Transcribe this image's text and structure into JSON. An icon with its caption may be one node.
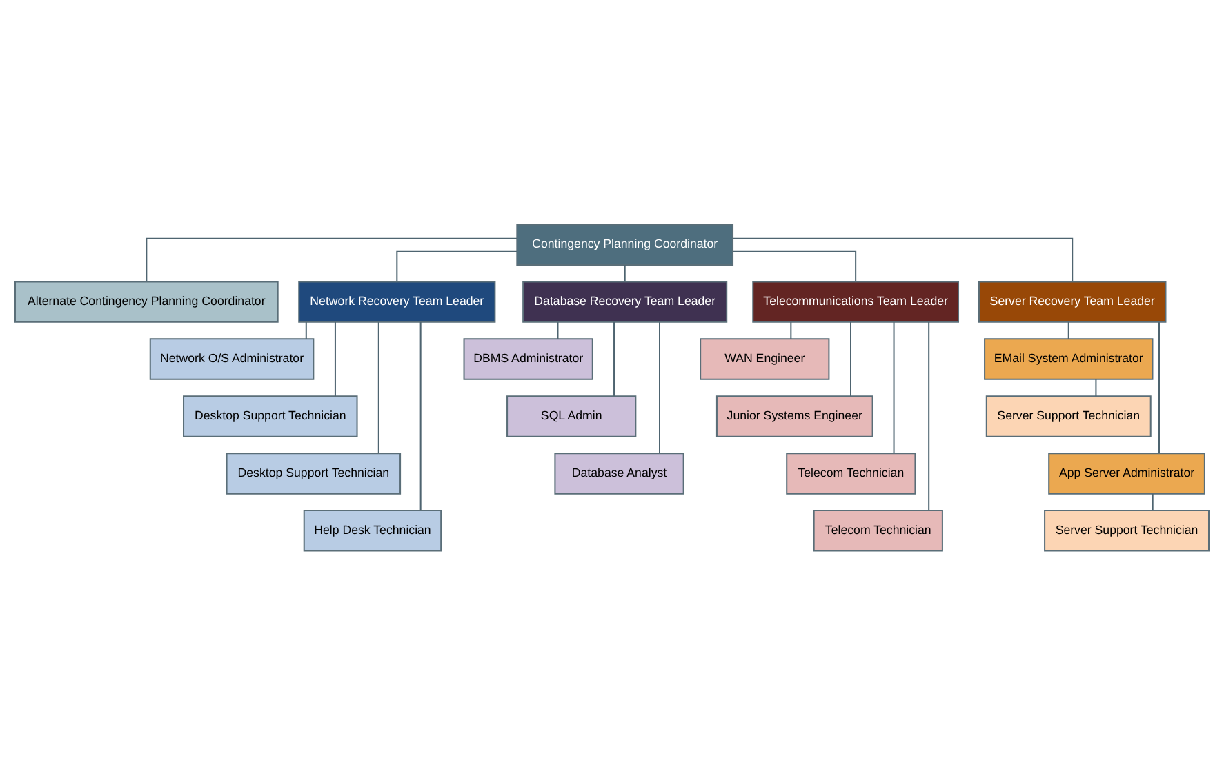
{
  "diagram": {
    "nodes": [
      {
        "text": [
          "Contingency Planning Coordinator"
        ]
      },
      {
        "text": [
          "Alternate Contingency Planning Coordinator"
        ]
      },
      {
        "text": [
          "Network Recovery Team Leader"
        ]
      },
      {
        "text": [
          "Network O/S Administrator"
        ]
      },
      {
        "text": [
          "Desktop Support Technician"
        ]
      },
      {
        "text": [
          "Desktop Support Technician"
        ]
      },
      {
        "text": [
          "Help Desk Technician"
        ]
      },
      {
        "text": [
          "Database Recovery Team Leader"
        ]
      },
      {
        "text": [
          "DBMS Administrator"
        ]
      },
      {
        "text": [
          "SQL Admin"
        ]
      },
      {
        "text": [
          "Database Analyst"
        ]
      },
      {
        "text": [
          "Telecommunications Team Leader"
        ]
      },
      {
        "text": [
          "WAN Engineer"
        ]
      },
      {
        "text": [
          "Junior Systems Engineer"
        ]
      },
      {
        "text": [
          "Telecom Technician"
        ]
      },
      {
        "text": [
          "Telecom Technician"
        ]
      },
      {
        "text": [
          "Server Recovery Team Leader"
        ]
      },
      {
        "text": [
          "EMail System Administrator"
        ]
      },
      {
        "text": [
          "Server Support Technician"
        ]
      },
      {
        "text": [
          "App Server Administrator"
        ]
      },
      {
        "text": [
          "Server Support Technician"
        ]
      }
    ],
    "edges": [
      {
        "from": 0,
        "to": 1,
        "arrow": "none"
      },
      {
        "from": 0,
        "to": 2,
        "arrow": "none"
      },
      {
        "from": 0,
        "to": 7,
        "arrow": "none"
      },
      {
        "from": 0,
        "to": 11,
        "arrow": "none"
      },
      {
        "from": 0,
        "to": 16,
        "arrow": "none"
      },
      {
        "from": 2,
        "to": 3,
        "arrow": "none"
      },
      {
        "from": 2,
        "to": 4,
        "arrow": "none"
      },
      {
        "from": 2,
        "to": 5,
        "arrow": "none"
      },
      {
        "from": 2,
        "to": 6,
        "arrow": "none"
      },
      {
        "from": 7,
        "to": 8,
        "arrow": "none"
      },
      {
        "from": 7,
        "to": 9,
        "arrow": "none"
      },
      {
        "from": 7,
        "to": 10,
        "arrow": "none"
      },
      {
        "from": 11,
        "to": 12,
        "arrow": "none"
      },
      {
        "from": 11,
        "to": 13,
        "arrow": "none"
      },
      {
        "from": 11,
        "to": 14,
        "arrow": "none"
      },
      {
        "from": 11,
        "to": 15,
        "arrow": "none"
      },
      {
        "from": 16,
        "to": 17,
        "arrow": "none"
      },
      {
        "from": 17,
        "to": 18,
        "arrow": "none"
      },
      {
        "from": 16,
        "to": 19,
        "arrow": "none"
      },
      {
        "from": 19,
        "to": 20,
        "arrow": "none"
      }
    ]
  }
}
